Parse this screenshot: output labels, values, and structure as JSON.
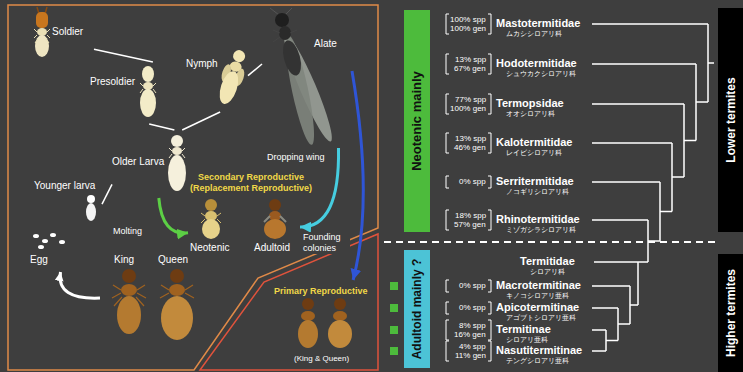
{
  "diagram": {
    "nodes": [
      {
        "text": [
          "Soldier"
        ]
      },
      {
        "text": [
          "Presoldier"
        ]
      },
      {
        "text": [
          "Nymph"
        ]
      },
      {
        "text": [
          "Alate"
        ]
      },
      {
        "text": [
          "Older Larva"
        ]
      },
      {
        "text": [
          "Younger larva"
        ]
      },
      {
        "text": [
          "Neotenic"
        ]
      },
      {
        "text": [
          "Adultoid"
        ]
      },
      {
        "text": [
          "Egg"
        ]
      },
      {
        "text": [
          "King",
          "Queen"
        ]
      },
      {
        "text": [
          "Primary Reproductive",
          "(King & Queen)"
        ]
      },
      {
        "text": [
          "Neotenic mainly"
        ]
      },
      {
        "text": [
          "Adultoid mainly ?"
        ]
      },
      {
        "text": [
          "Lower termites"
        ]
      },
      {
        "text": [
          "Higher termites"
        ]
      }
    ],
    "edges": [
      {
        "from": 0,
        "to": 1,
        "arrow": "none"
      },
      {
        "from": 1,
        "to": 4,
        "arrow": "none"
      },
      {
        "from": 4,
        "to": 2,
        "arrow": "none"
      },
      {
        "from": 2,
        "to": 3,
        "arrow": "none"
      },
      {
        "from": 4,
        "to": 5,
        "arrow": "none"
      },
      {
        "from": 9,
        "to": 8,
        "arrow": "to"
      },
      {
        "from": 4,
        "to": 6,
        "label": "Molting",
        "arrow": "to"
      },
      {
        "from": 3,
        "to": 7,
        "label": "Dropping wing",
        "arrow": "to"
      },
      {
        "from": 3,
        "to": 10,
        "label": "Founding colonies",
        "arrow": "to"
      }
    ],
    "labels": [
      "Secondary Reproductive (Replacement Reproductive)",
      "100% spp",
      "100% gen",
      "Mastotermitidae",
      "ムカシシロアリ科",
      "13% spp",
      "67% gen",
      "Hodotermitidae",
      "シュウカクシロアリ科",
      "77% spp",
      "100% gen",
      "Termopsidae",
      "オオシロアリ科",
      "13% spp",
      "46% gen",
      "Kalotermitidae",
      "レイビシロアリ科",
      "0% spp",
      "Serritermitidae",
      "ノコギリシロアリ科",
      "18% spp",
      "57% gen",
      "Rhinotermitidae",
      "ミゾガシラシロアリ科",
      "Termitidae",
      "シロアリ科",
      "0% spp",
      "Macrotermitinae",
      "キノコシロアリ亜科",
      "0% spp",
      "Apicotermitinae",
      "アゴブトシロアリ亜科",
      "8% spp",
      "16% gen",
      "Termitinae",
      "シロアリ亜科",
      "4% spp",
      "11% gen",
      "Nasutitermitinae",
      "テングシロアリ亜科"
    ]
  }
}
